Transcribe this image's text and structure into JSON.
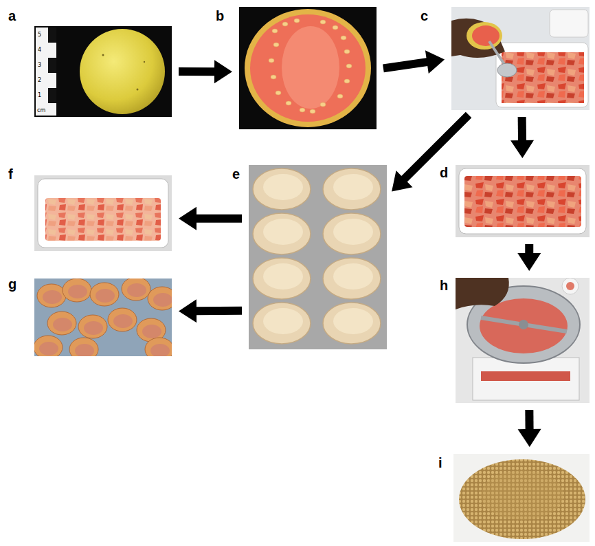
{
  "diagram": {
    "nodes": [
      {
        "text": [
          "a"
        ]
      },
      {
        "text": [
          "b"
        ]
      },
      {
        "text": [
          "c"
        ]
      },
      {
        "text": [
          "f"
        ]
      },
      {
        "text": [
          "e"
        ]
      },
      {
        "text": [
          "d"
        ]
      },
      {
        "text": [
          "g"
        ]
      },
      {
        "text": [
          "h"
        ]
      },
      {
        "text": [
          "i"
        ]
      }
    ],
    "edges": [
      {
        "from": 0,
        "to": 1,
        "arrow": "to"
      },
      {
        "from": 1,
        "to": 2,
        "arrow": "to"
      },
      {
        "from": 2,
        "to": 4,
        "arrow": "to"
      },
      {
        "from": 2,
        "to": 5,
        "arrow": "to"
      },
      {
        "from": 4,
        "to": 3,
        "arrow": "to"
      },
      {
        "from": 4,
        "to": 6,
        "arrow": "to"
      },
      {
        "from": 5,
        "to": 7,
        "arrow": "to"
      },
      {
        "from": 7,
        "to": 8,
        "arrow": "to"
      }
    ],
    "labels": [
      "5",
      "4",
      "3",
      "2",
      "1",
      "cm"
    ]
  }
}
